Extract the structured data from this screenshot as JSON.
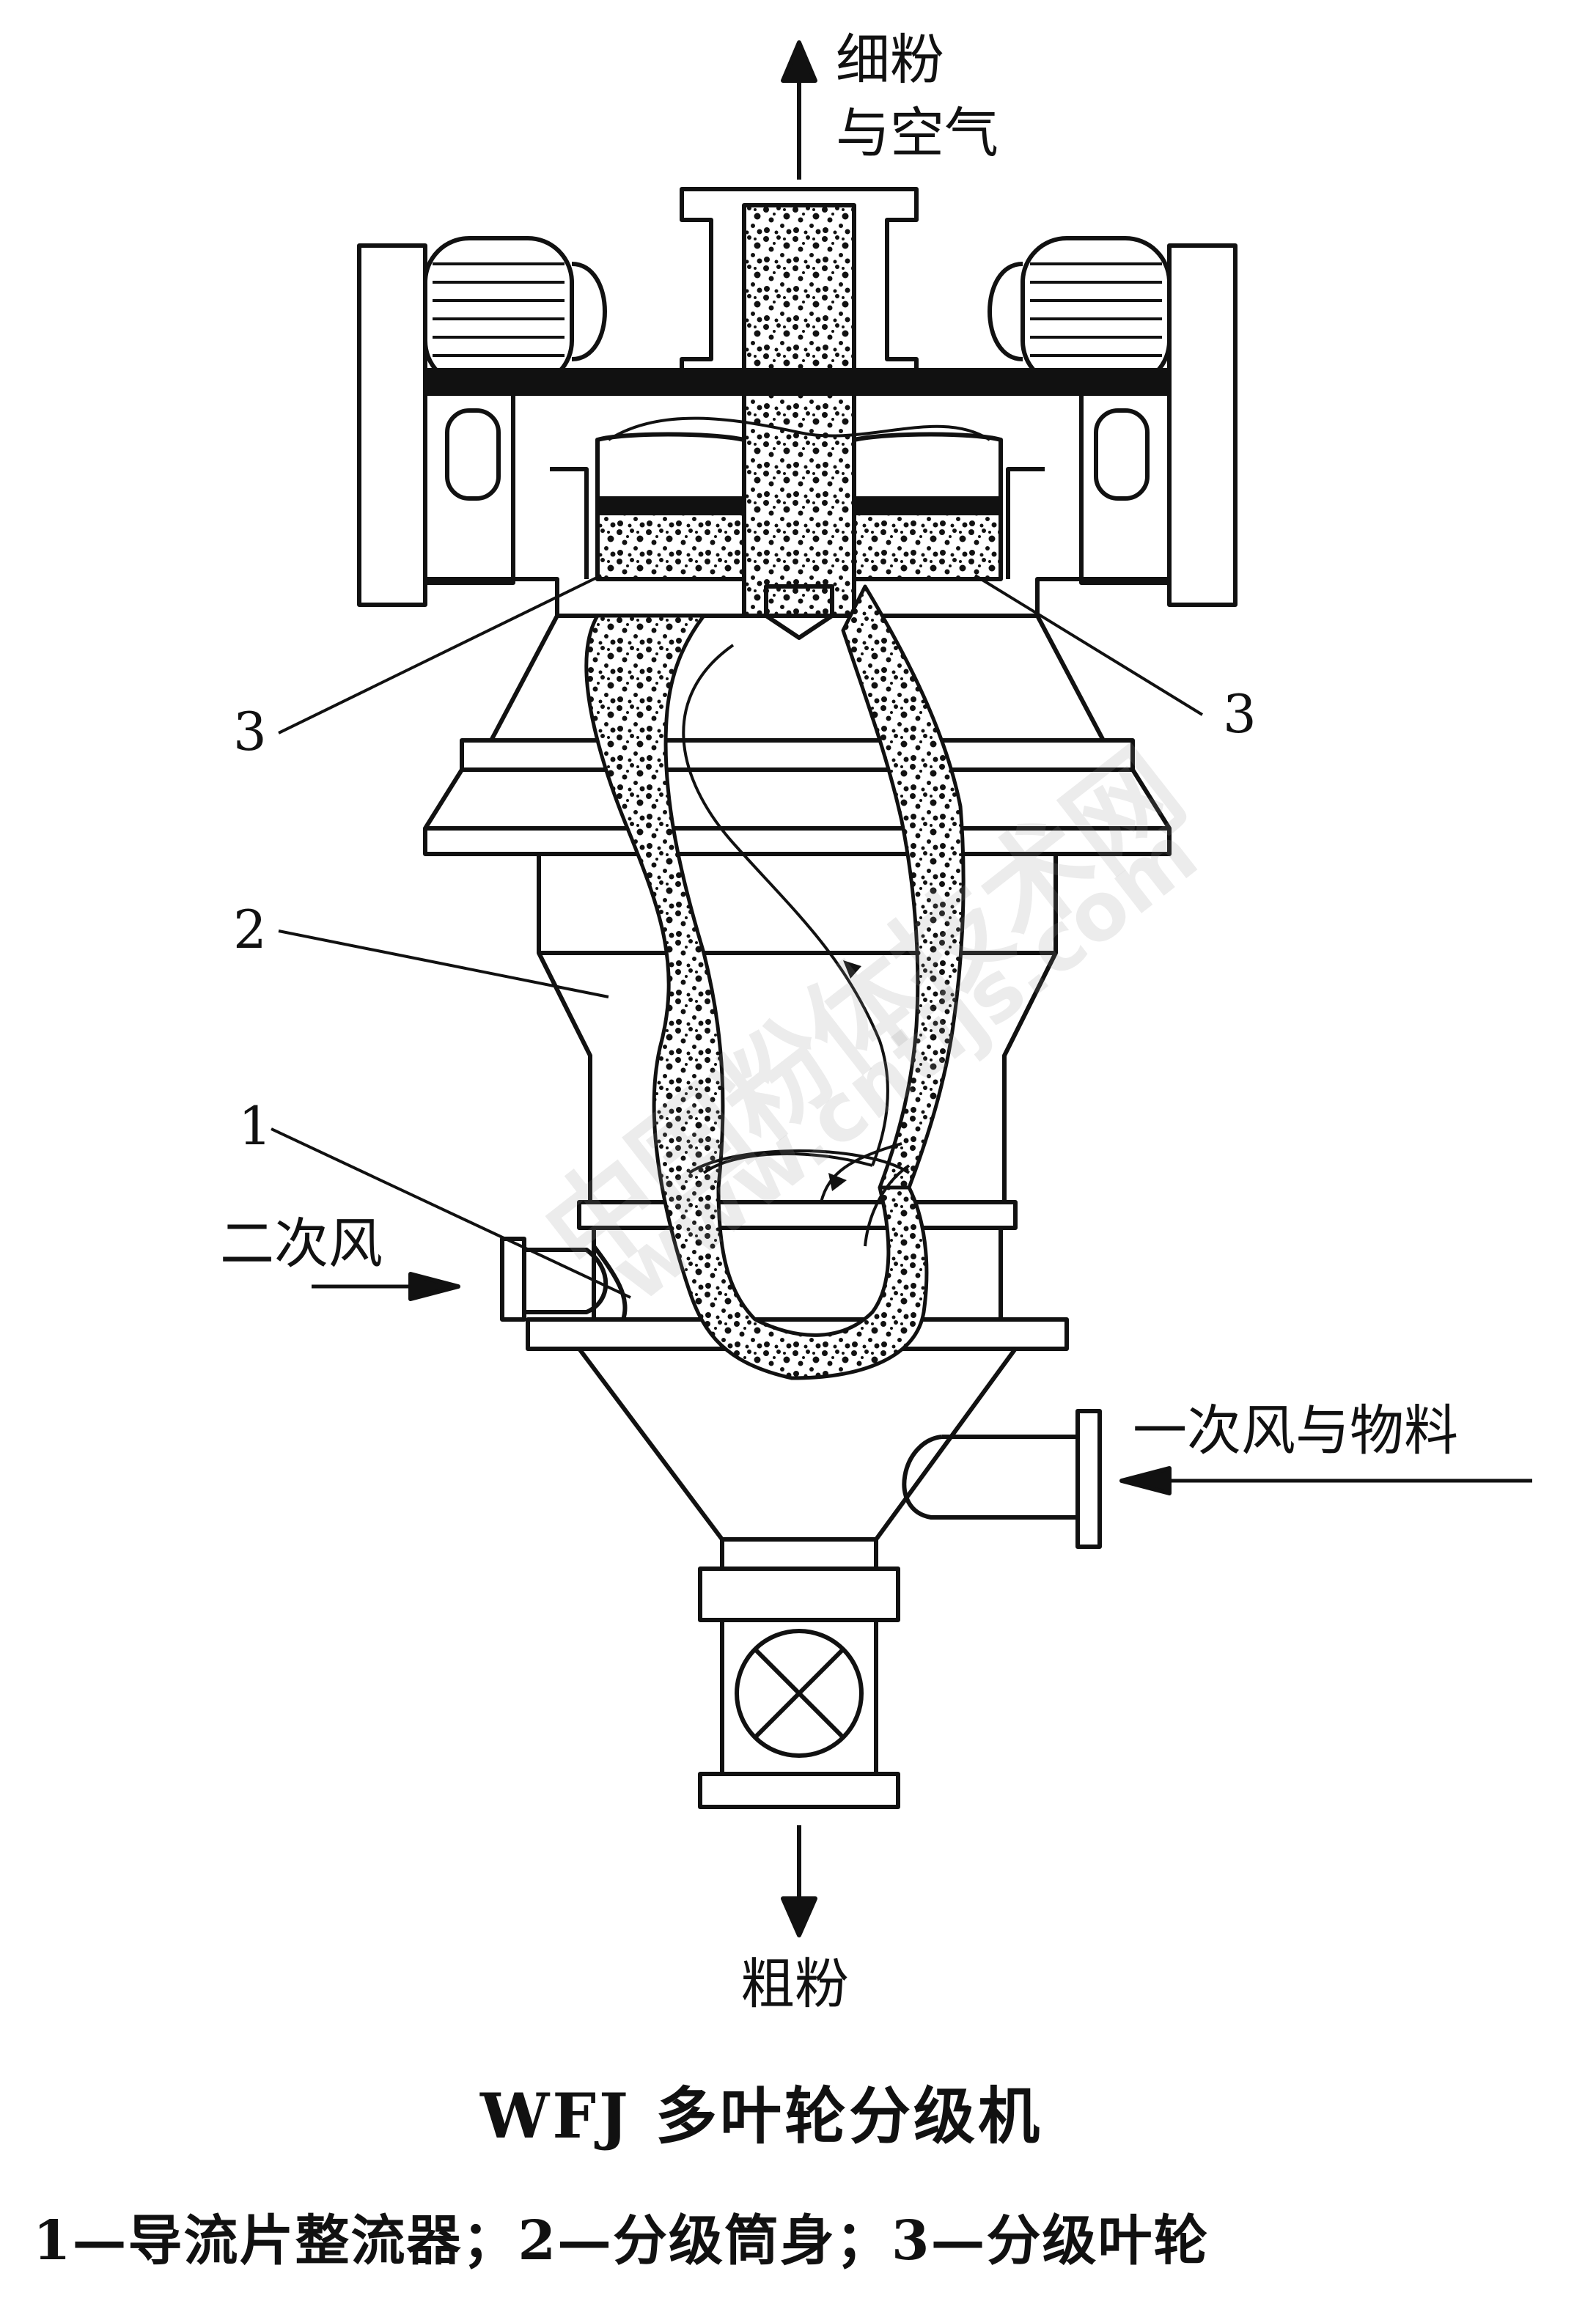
{
  "labels": {
    "fine_powder_line1": "细粉",
    "fine_powder_line2": "与空气",
    "callout_3_left": "3",
    "callout_3_right": "3",
    "callout_2": "2",
    "callout_1": "1",
    "secondary_air": "二次风",
    "primary_air_material": "一次风与物料",
    "coarse_powder": "粗粉"
  },
  "title": "WFJ 多叶轮分级机",
  "caption": "1—导流片整流器；2—分级筒身；3—分级叶轮",
  "watermark": {
    "line1": "中国粉体技术网",
    "line2": "www.cntijs.com"
  },
  "colors": {
    "ink": "#111111",
    "paper": "#ffffff",
    "watermark": "#969696"
  }
}
